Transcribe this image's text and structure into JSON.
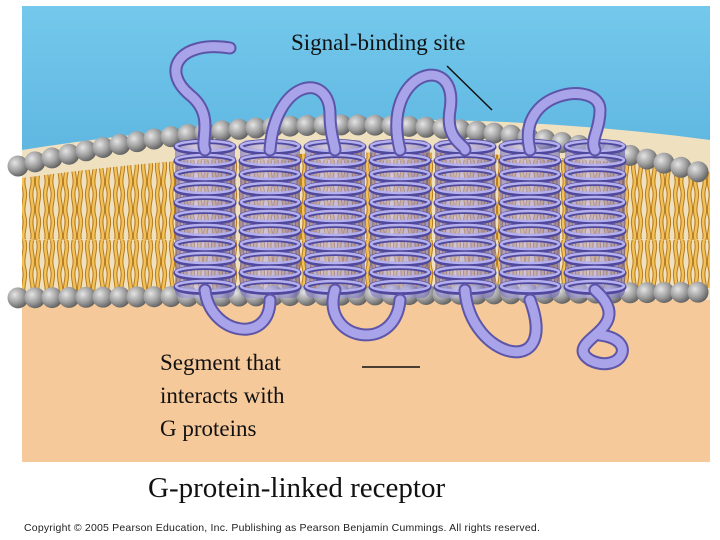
{
  "labels": {
    "signal_binding_site": "Signal-binding site",
    "segment_line1": "Segment that",
    "segment_line2": "interacts with",
    "segment_line3": "G proteins"
  },
  "caption": "G-protein-linked receptor",
  "copyright": "Copyright © 2005 Pearson Education, Inc. Publishing as Pearson Benjamin Cummings. All rights reserved.",
  "colors": {
    "extracellular": "#6ec4e8",
    "cytoplasm": "#f5c99a",
    "lipid_head": "#9a9a9a",
    "lipid_tail": "#d9a23a",
    "helix": "#8c86d6",
    "helix_dark": "#5c55a8"
  },
  "helix_count": 7
}
